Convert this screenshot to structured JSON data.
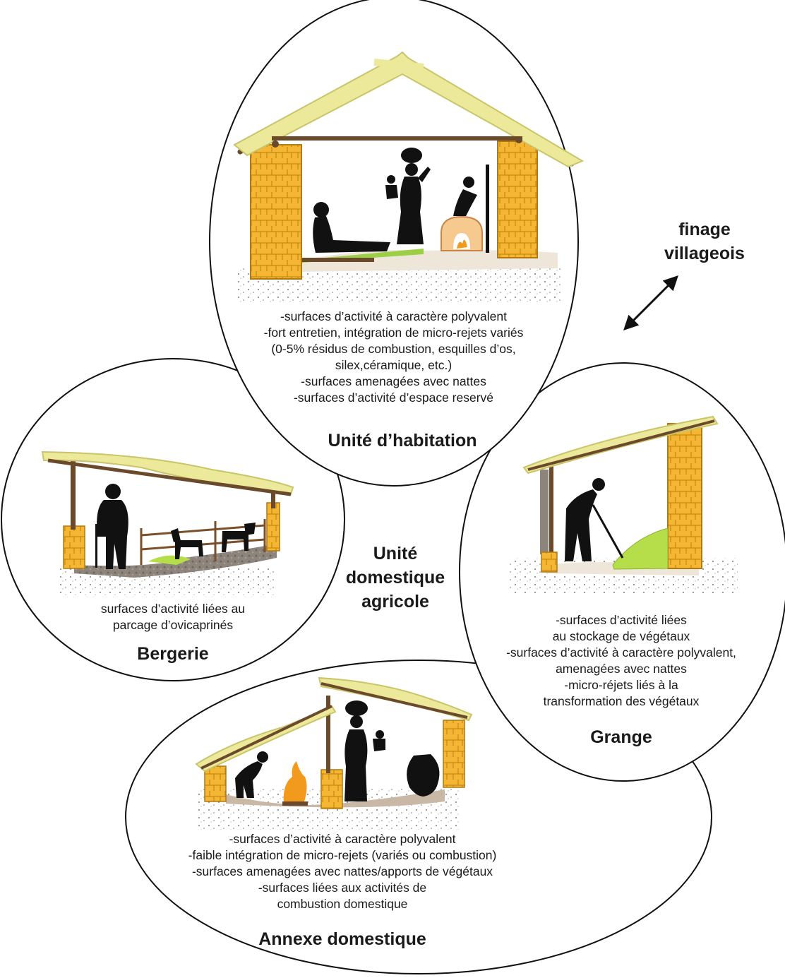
{
  "colors": {
    "thatch": "#ece99a",
    "thatch_edge": "#c9c56a",
    "beam": "#6b4a2b",
    "stone": "#f5b733",
    "stone_line": "#b07a10",
    "silhouette": "#111111",
    "ground": "#c9b8a6",
    "mud": "#8d847c",
    "hay": "#b6dd4a",
    "fire": "#f29a1d",
    "oven": "#f6c98e"
  },
  "diagram": {
    "center_label": [
      "Unité",
      "domestique",
      "agricole"
    ],
    "exterior_label": [
      "finage",
      "villageois"
    ],
    "arrow_icon": "double-headed-arrow-icon",
    "units": {
      "habitation": {
        "title": "Unité d’habitation",
        "lines": [
          "-surfaces d’activité  à caractère polyvalent",
          "-fort entretien, intégration de micro-rejets variés",
          "(0-5% résidus de combustion, esquilles d’os,",
          "silex,céramique, etc.)",
          "-surfaces amenagées avec nattes",
          "-surfaces d’activité d’espace reservé"
        ]
      },
      "bergerie": {
        "title": "Bergerie",
        "lines": [
          "surfaces d’activité  liées au",
          "parcage d’ovicaprinés"
        ]
      },
      "grange": {
        "title": "Grange",
        "lines": [
          "-surfaces d’activité liées",
          "au stockage de végétaux",
          "-surfaces d’activité  à caractère polyvalent,",
          "amenagées avec nattes",
          "-micro-réjets liés à la",
          "transformation des végétaux"
        ]
      },
      "annexe": {
        "title": "Annexe domestique",
        "lines": [
          "-surfaces d’activité  à caractère polyvalent",
          "-faible intégration de micro-rejets  (variés ou combustion)",
          "-surfaces amenagées avec nattes/apports de végétaux",
          "-surfaces liées aux activités de",
          "combustion domestique"
        ]
      }
    }
  }
}
